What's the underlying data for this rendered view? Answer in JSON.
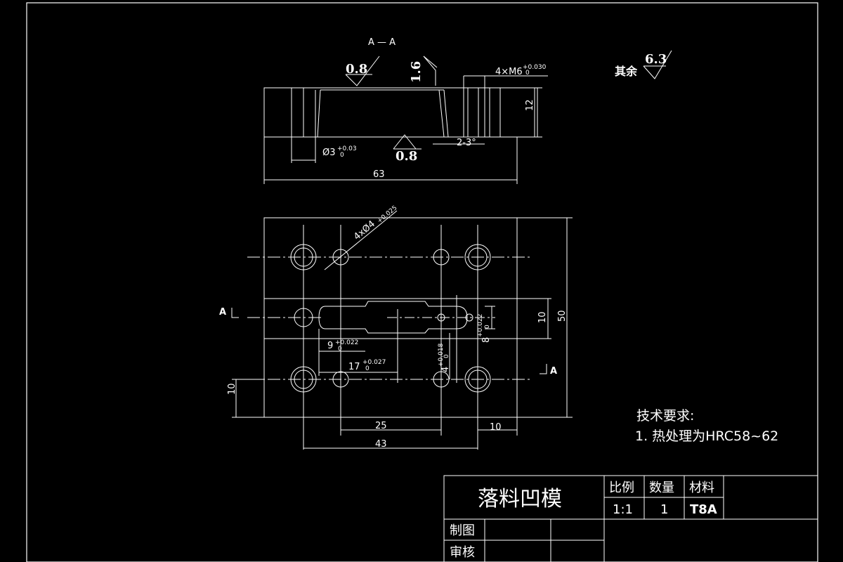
{
  "section_label": "A — A",
  "roughness": {
    "top_left": "0.8",
    "top_right": "1.6",
    "bottom": "0.8",
    "other_label": "其余",
    "other_value": "6.3"
  },
  "section_dims": {
    "thread": "4×M6",
    "thread_tol_upper": "+0.030",
    "thread_tol_lower": "0",
    "height": "12",
    "hole_dia": "Ø3",
    "hole_tol_upper": "+0.03",
    "hole_tol_lower": "0",
    "chamfer": "2-3°",
    "length": "63"
  },
  "plan_dims": {
    "holes": "4xØ4",
    "holes_tol": "+0.025",
    "slot_width": "10",
    "overall_height": "50",
    "slot_8": "8",
    "slot_8_tol": "+0.022",
    "slot_8_tol_lower": "0",
    "dim_9": "9",
    "dim_9_tol": "+0.022",
    "dim_9_tol_lower": "0",
    "dim_17": "17",
    "dim_17_tol": "+0.027",
    "dim_17_tol_lower": "0",
    "dim_4": "4",
    "dim_4_tol": "+0.018",
    "dim_4_tol_lower": "0",
    "dim_25": "25",
    "dim_43": "43",
    "dim_10_right": "10",
    "dim_10_left": "10",
    "cut_left": "A",
    "cut_right": "A"
  },
  "tech_requirements": {
    "title": "技术要求:",
    "item1": "1. 热处理为HRC58~62"
  },
  "title_block": {
    "part_name": "落料凹模",
    "scale_label": "比例",
    "qty_label": "数量",
    "material_label": "材料",
    "scale_value": "1:1",
    "qty_value": "1",
    "material_value": "T8A",
    "drawn_label": "制图",
    "checked_label": "审核"
  }
}
